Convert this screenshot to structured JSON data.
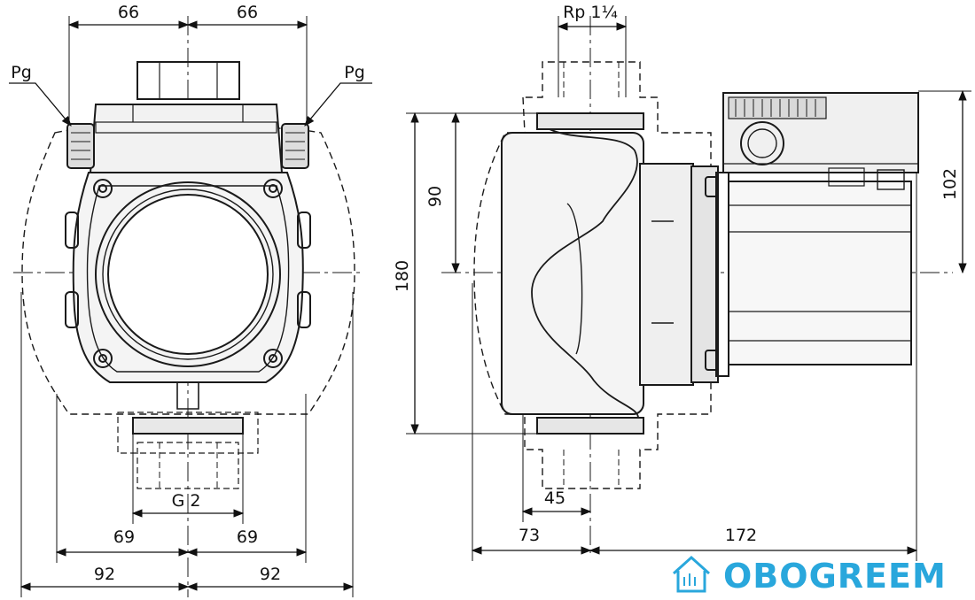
{
  "front_view": {
    "dim_top_left": "66",
    "dim_top_right": "66",
    "pg_left": "Pg",
    "pg_right": "Pg",
    "thread_bottom": "G 2",
    "dim_mid_left": "69",
    "dim_mid_right": "69",
    "dim_bottom_left": "92",
    "dim_bottom_right": "92"
  },
  "side_view": {
    "thread_top": "Rp 1¼",
    "dim_height_total": "180",
    "dim_height_half": "90",
    "dim_box_height": "102",
    "dim_port_offset": "45",
    "dim_left_depth": "73",
    "dim_right_depth": "172"
  },
  "branding": {
    "logo_text": "OBOGREEM",
    "logo_icon": "house-icon",
    "accent_color": "#29a7dc"
  }
}
